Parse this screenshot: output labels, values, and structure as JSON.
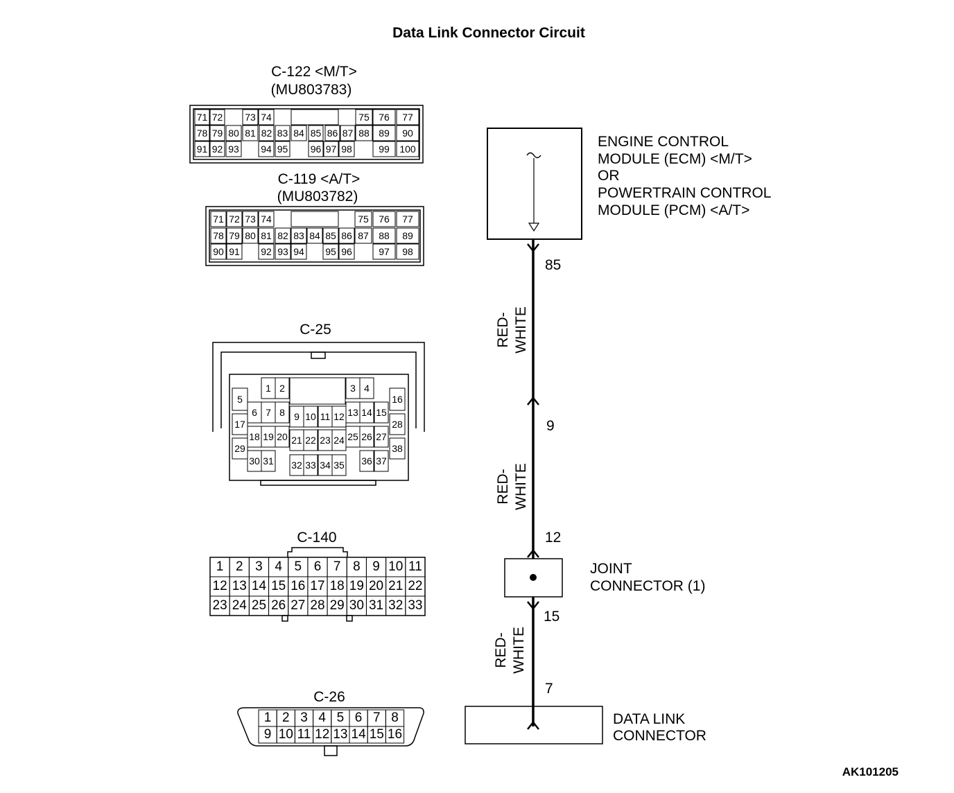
{
  "title": "Data Link Connector Circuit",
  "reference_code": "AK101205",
  "connectors": {
    "c122": {
      "label": "C-122 <M/T>",
      "part": "(MU803783)",
      "rows": [
        [
          "71",
          "72",
          "",
          "73",
          "74",
          "",
          "",
          "",
          "",
          "75",
          "76",
          "77"
        ],
        [
          "78",
          "79",
          "80",
          "81",
          "82",
          "83",
          "84",
          "85",
          "86",
          "87",
          "88",
          "89",
          "90"
        ],
        [
          "91",
          "92",
          "93",
          "",
          "94",
          "95",
          "",
          "96",
          "97",
          "98",
          "",
          "99",
          "100"
        ]
      ]
    },
    "c119": {
      "label": "C-119 <A/T>",
      "part": "(MU803782)",
      "rows": [
        [
          "71",
          "72",
          "73",
          "74",
          "",
          "",
          "",
          "",
          "75",
          "76",
          "77"
        ],
        [
          "78",
          "79",
          "80",
          "81",
          "82",
          "83",
          "84",
          "85",
          "86",
          "87",
          "88",
          "89"
        ],
        [
          "90",
          "91",
          "",
          "92",
          "93",
          "94",
          "",
          "95",
          "96",
          "",
          "97",
          "98"
        ]
      ]
    },
    "c25": {
      "label": "C-25",
      "pins": [
        "1",
        "2",
        "3",
        "4",
        "5",
        "6",
        "7",
        "8",
        "9",
        "10",
        "11",
        "12",
        "13",
        "14",
        "15",
        "16",
        "17",
        "18",
        "19",
        "20",
        "21",
        "22",
        "23",
        "24",
        "25",
        "26",
        "27",
        "28",
        "29",
        "30",
        "31",
        "32",
        "33",
        "34",
        "35",
        "36",
        "37",
        "38"
      ]
    },
    "c140": {
      "label": "C-140",
      "rows": [
        [
          "1",
          "2",
          "3",
          "4",
          "5",
          "6",
          "7",
          "8",
          "9",
          "10",
          "11"
        ],
        [
          "12",
          "13",
          "14",
          "15",
          "16",
          "17",
          "18",
          "19",
          "20",
          "21",
          "22"
        ],
        [
          "23",
          "24",
          "25",
          "26",
          "27",
          "28",
          "29",
          "30",
          "31",
          "32",
          "33"
        ]
      ]
    },
    "c26": {
      "label": "C-26",
      "rows": [
        [
          "1",
          "2",
          "3",
          "4",
          "5",
          "6",
          "7",
          "8"
        ],
        [
          "9",
          "10",
          "11",
          "12",
          "13",
          "14",
          "15",
          "16"
        ]
      ]
    }
  },
  "components": {
    "ecm": {
      "lines": [
        "ENGINE CONTROL",
        "MODULE (ECM) <M/T>",
        "OR",
        "POWERTRAIN CONTROL",
        "MODULE (PCM) <A/T>"
      ]
    },
    "joint": {
      "lines": [
        "JOINT",
        "CONNECTOR (1)"
      ]
    },
    "dlc": {
      "lines": [
        "DATA LINK",
        "CONNECTOR"
      ]
    }
  },
  "wiring": {
    "pin_ecm": "85",
    "pin_mid_upper": "9",
    "pin_joint_in": "12",
    "pin_joint_out": "15",
    "pin_dlc": "7",
    "wire_color_line1": "RED-",
    "wire_color_line2": "WHITE"
  }
}
